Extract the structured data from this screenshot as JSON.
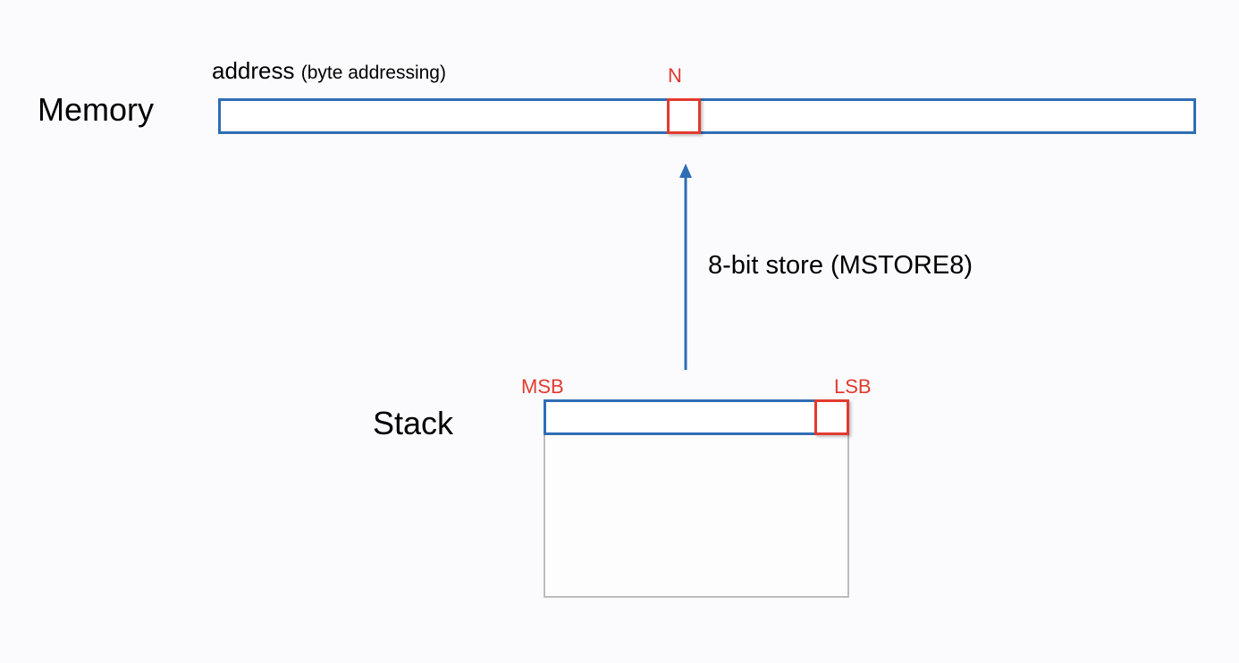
{
  "memory": {
    "title": "Memory",
    "address_label": "address",
    "address_note": "(byte addressing)",
    "cell_label": "N"
  },
  "operation": {
    "label": "8-bit store (MSTORE8)"
  },
  "stack": {
    "title": "Stack",
    "msb_label": "MSB",
    "lsb_label": "LSB"
  },
  "colors": {
    "memory_stroke": "#2f6db5",
    "highlight": "#e23a2f",
    "stack_body_stroke": "#bdbdbd"
  }
}
